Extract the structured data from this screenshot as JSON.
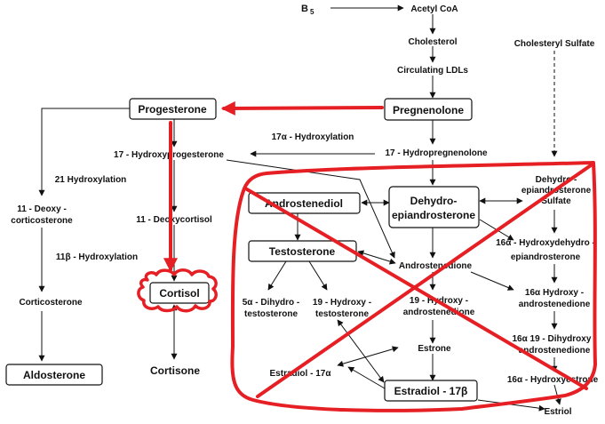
{
  "nodes": {
    "b5": "B",
    "b5_sub": "5",
    "acetyl_coa": "Acetyl CoA",
    "cholesterol": "Cholesterol",
    "circulating_ldls": "Circulating LDLs",
    "cholesteryl_sulfate": "Cholesteryl Sulfate",
    "progesterone": "Progesterone",
    "pregnenolone": "Pregnenolone",
    "hydroxylation_17a": "17α - Hydroxylation",
    "hydroxyprogesterone_17": "17 - Hydroxyprogesterone",
    "hydroxypregnenolone_17": "17 - Hydropregnenolone",
    "hydroxylation_21": "21 Hydroxylation",
    "deoxycorticosterone_11_l1": "11 - Deoxy -",
    "deoxycorticosterone_11_l2": "corticosterone",
    "deoxycortisol_11": "11 - Deoxycortisol",
    "hydroxylation_11b": "11β - Hydroxylation",
    "corticosterone": "Corticosterone",
    "aldosterone": "Aldosterone",
    "cortisol": "Cortisol",
    "cortisone": "Cortisone",
    "androstenediol": "Androstenediol",
    "dhea_l1": "Dehydro-",
    "dhea_l2": "epiandrosterone",
    "dhea_sulfate_l1": "Dehydro -",
    "dhea_sulfate_l2": "epiandrosterone",
    "dhea_sulfate_l3": "Sulfate",
    "testosterone": "Testosterone",
    "androstenedione": "Androstenedione",
    "hydroxy_dhea_16a_l1": "16α - Hydroxydehydro -",
    "hydroxy_dhea_16a_l2": "epiandrosterone",
    "dihydrotestosterone_l1": "5α - Dihydro -",
    "dihydrotestosterone_l2": "testosterone",
    "hydroxytestosterone_19_l1": "19 - Hydroxy -",
    "hydroxytestosterone_19_l2": "testosterone",
    "hydroxyandrostenedione_19_l1": "19 - Hydroxy -",
    "hydroxyandrostenedione_19_l2": "androstenedione",
    "hydroxyandrostenedione_16a_l1": "16α Hydroxy -",
    "hydroxyandrostenedione_16a_l2": "androstenedione",
    "estrone": "Estrone",
    "dihydroxyandrostenedione_l1": "16α 19 - Dihydroxy -",
    "dihydroxyandrostenedione_l2": "androstenedione",
    "estradiol_17a": "Estradiol - 17α",
    "estradiol_17b": "Estradiol - 17β",
    "hydroxyestrone_16a": "16α - Hydroxyestrone",
    "estriol": "Estriol"
  },
  "colors": {
    "annotation": "#e51f24",
    "ink": "#111111"
  }
}
